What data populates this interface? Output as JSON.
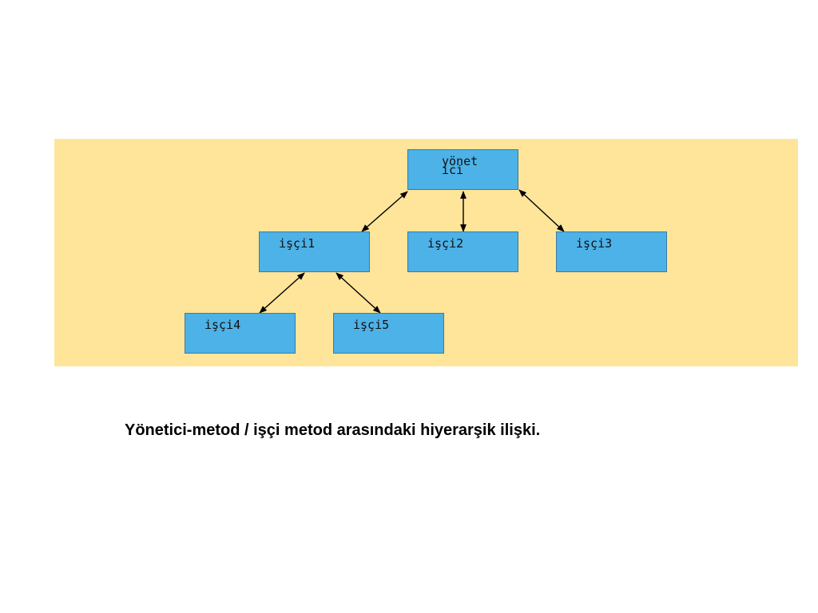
{
  "diagram": {
    "nodes": {
      "manager": {
        "label": "yönet ici"
      },
      "w1": {
        "label": "işçi1"
      },
      "w2": {
        "label": "işçi2"
      },
      "w3": {
        "label": "işçi3"
      },
      "w4": {
        "label": "işçi4"
      },
      "w5": {
        "label": "işçi5"
      }
    },
    "edges": [
      {
        "from": "manager",
        "to": "w1",
        "type": "bidirectional"
      },
      {
        "from": "manager",
        "to": "w2",
        "type": "bidirectional"
      },
      {
        "from": "manager",
        "to": "w3",
        "type": "bidirectional"
      },
      {
        "from": "w1",
        "to": "w4",
        "type": "bidirectional"
      },
      {
        "from": "w1",
        "to": "w5",
        "type": "bidirectional"
      }
    ],
    "colors": {
      "panel": "#fee599",
      "node_fill": "#4db2e7",
      "node_border": "#3f7a9f",
      "arrow": "#000000"
    }
  },
  "caption": "Yönetici-metod / işçi metod arasındaki hiyerarşik ilişki."
}
